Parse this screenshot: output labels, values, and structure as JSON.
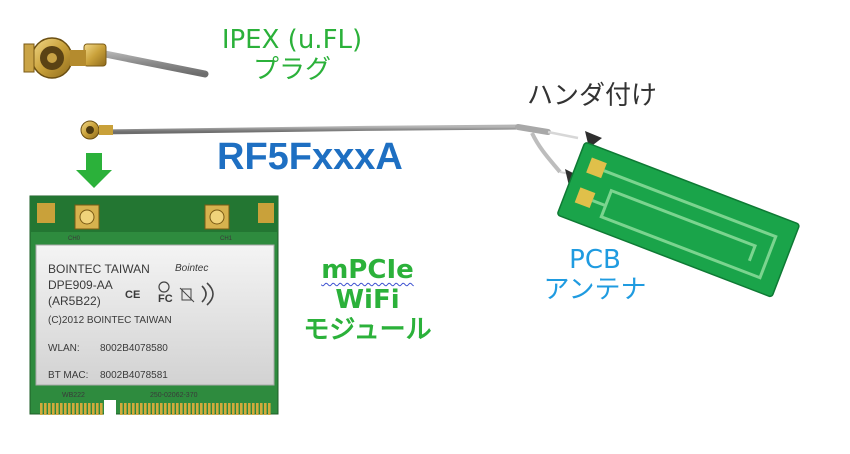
{
  "labels": {
    "connector_line1": "IPEX (u.FL)",
    "connector_line2": "プラグ",
    "cable_model": "RF5FxxxA",
    "solder": "ハンダ付け",
    "antenna_line1": "PCB",
    "antenna_line2": "アンテナ",
    "module_line1": "mPCIe",
    "module_line2": "WiFi",
    "module_line3": "モジュール"
  },
  "module_card": {
    "label_brand": "BOINTEC TAIWAN",
    "label_model": "DPE909-AA",
    "label_sub": "(AR5B22)",
    "label_copyright": "(C)2012 BOINTEC TAIWAN",
    "label_wlan": "WLAN:",
    "label_wlan_mac": "8002B4078580",
    "label_bt": "BT MAC:",
    "label_bt_mac": "8002B4078581",
    "board_code": "WB222",
    "board_part": "250-02062-370",
    "ch0": "CH0",
    "ch1": "CH1",
    "logo_script": "Bointec",
    "cert_fc": "FC",
    "cert_ce": "CE"
  },
  "colors": {
    "green_label": "#2bb13a",
    "blue_title": "#1e6fc2",
    "blue_label": "#1f9be0",
    "pcb_green": "#1aa44a",
    "gold": "#d8b23a",
    "cable": "#8e8e8e",
    "arrow_dark": "#2f2f2f"
  },
  "icons": [
    "down-arrow-icon",
    "solder-arrow-icon",
    "fc-logo-icon",
    "ce-logo-icon",
    "weee-icon"
  ]
}
